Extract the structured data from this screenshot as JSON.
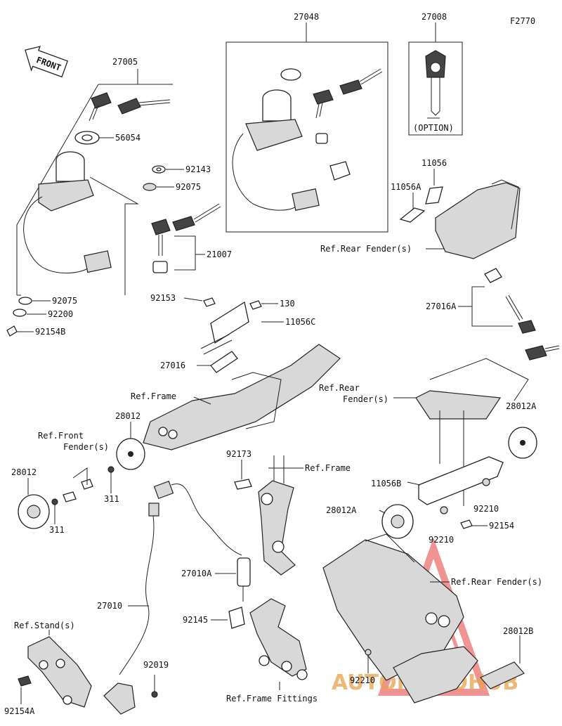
{
  "figure_code": "F2770",
  "front_label": "FRONT",
  "option_label": "(OPTION)",
  "watermark": {
    "brand": "AUTOMOTOHUB",
    "color_main": "#e8a24a",
    "color_accent": "#e23b3b"
  },
  "labels": {
    "p27005": "27005",
    "p27048": "27048",
    "p27008": "27008",
    "p56054": "56054",
    "p92143": "92143",
    "p92075a": "92075",
    "p11056": "11056",
    "p11056A": "11056A",
    "p21007": "21007",
    "p92075b": "92075",
    "p92200": "92200",
    "p92154B": "92154B",
    "p92153": "92153",
    "p130": "130",
    "p11056C": "11056C",
    "p27016A": "27016A",
    "p27016": "27016",
    "ref_rear_fender_1": "Ref.Rear Fender(s)",
    "ref_frame_1": "Ref.Frame",
    "ref_rear_2a": "Ref.Rear",
    "ref_rear_2b": "Fender(s)",
    "p28012_top": "28012",
    "ref_front_a": "Ref.Front",
    "ref_front_b": "Fender(s)",
    "p28012A_top": "28012A",
    "p28012_left": "28012",
    "p311a": "311",
    "p311b": "311",
    "p92173": "92173",
    "ref_frame_2": "Ref.Frame",
    "p11056B": "11056B",
    "p92210a": "92210",
    "p28012A_mid": "28012A",
    "p92154": "92154",
    "p92210b": "92210",
    "p27010A": "27010A",
    "ref_rear_fender_3": "Ref.Rear Fender(s)",
    "p27010": "27010",
    "p92145": "92145",
    "ref_stand": "Ref.Stand(s)",
    "p28012B": "28012B",
    "p92019": "92019",
    "p92210c": "92210",
    "p92154A": "92154A",
    "ref_frame_fittings": "Ref.Frame Fittings"
  }
}
